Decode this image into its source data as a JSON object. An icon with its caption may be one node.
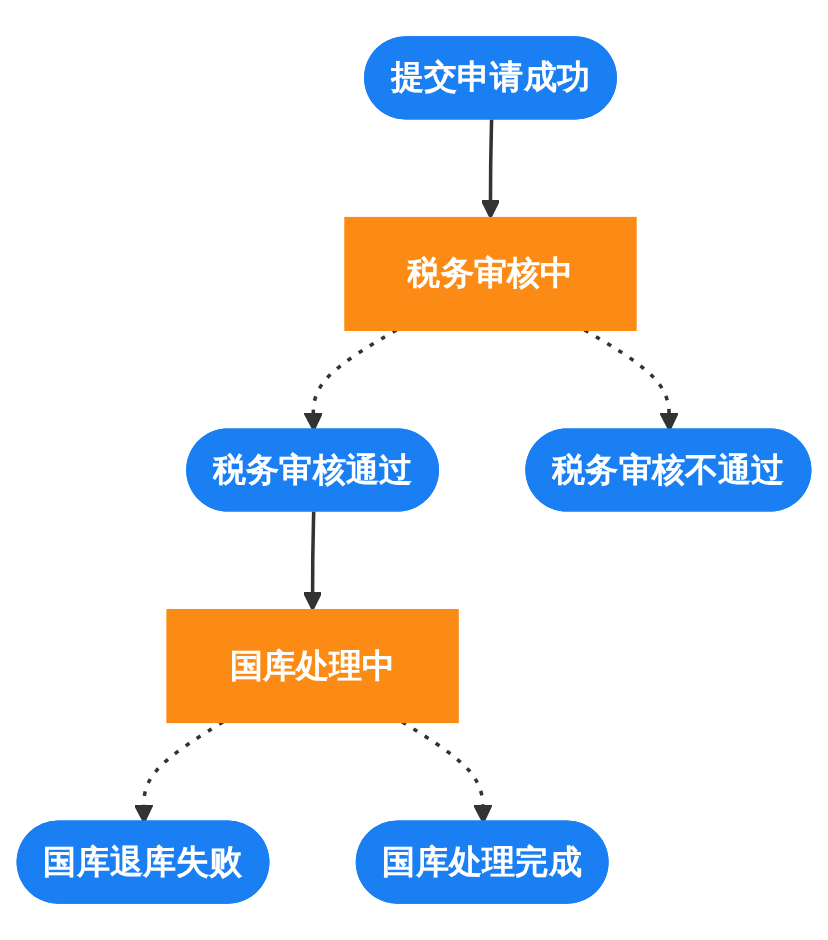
{
  "diagram": {
    "nodes": [
      {
        "text": [
          "提交申请成功"
        ]
      },
      {
        "text": [
          "税务审核中"
        ]
      },
      {
        "text": [
          "税务审核不通过"
        ]
      },
      {
        "text": [
          "税务审核通过"
        ]
      },
      {
        "text": [
          "国库处理中"
        ]
      },
      {
        "text": [
          "国库退库失败"
        ]
      },
      {
        "text": [
          "国库处理完成"
        ]
      }
    ],
    "edges": [
      {
        "from": 0,
        "to": 1,
        "arrow": "to"
      },
      {
        "from": 1,
        "to": 2,
        "arrow": "to",
        "style": "dashed"
      },
      {
        "from": 1,
        "to": 3,
        "arrow": "to",
        "style": "dashed"
      },
      {
        "from": 3,
        "to": 4,
        "arrow": "to"
      },
      {
        "from": 4,
        "to": 5,
        "arrow": "to",
        "style": "dashed"
      },
      {
        "from": 4,
        "to": 6,
        "arrow": "to",
        "style": "dashed"
      }
    ]
  }
}
